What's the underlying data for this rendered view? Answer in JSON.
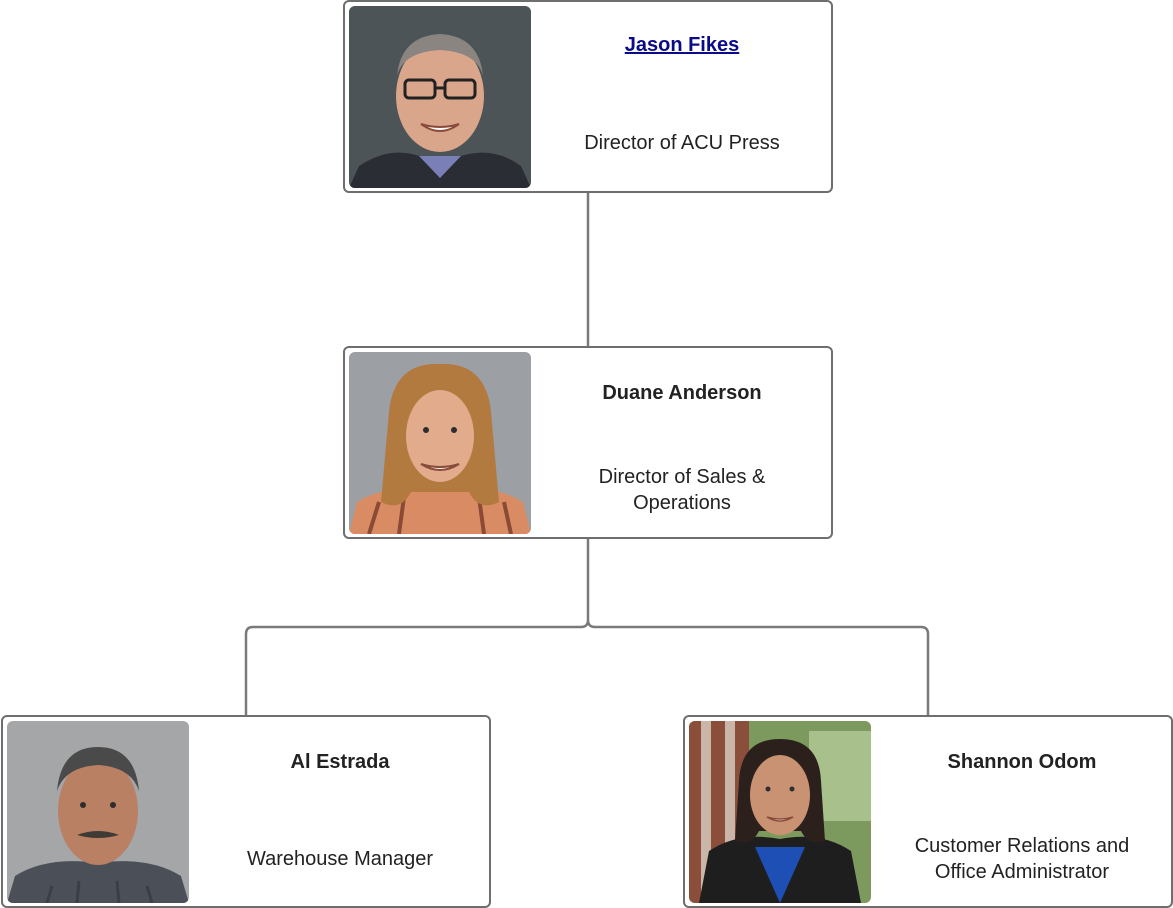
{
  "people": [
    {
      "name": "Jason Fikes",
      "title": "Director of ACU Press",
      "is_link": true
    },
    {
      "name": "Duane Anderson",
      "title": "Director of Sales & Operations",
      "is_link": false
    },
    {
      "name": "Al Estrada",
      "title": "Warehouse Manager",
      "is_link": false
    },
    {
      "name": "Shannon Odom",
      "title": "Customer Relations and Office Administrator",
      "is_link": false
    }
  ],
  "colors": {
    "border": "#6e6e6e",
    "connector": "#7a7a7a",
    "link": "#0b0b8a"
  }
}
